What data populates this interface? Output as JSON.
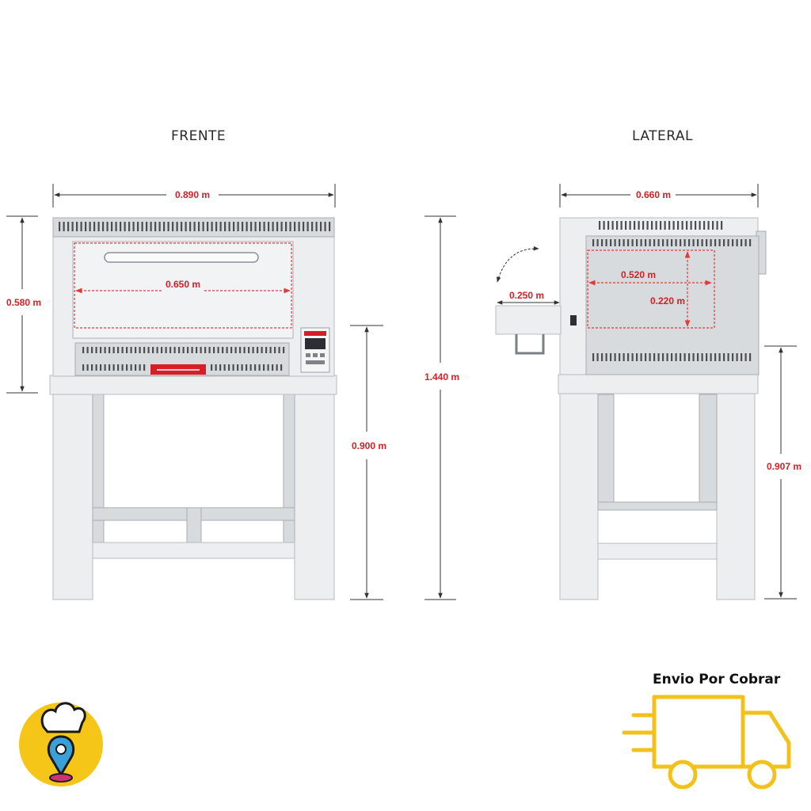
{
  "views": {
    "front_title": "FRENTE",
    "side_title": "LATERAL"
  },
  "dimensions": {
    "front_width": "0.890 m",
    "front_chamber_width": "0.650 m",
    "front_oven_height": "0.580 m",
    "front_stand_height": "0.900 m",
    "total_height": "1.440 m",
    "side_depth": "0.660 m",
    "side_chamber_depth": "0.520 m",
    "side_chamber_height": "0.220 m",
    "side_door_opening": "0.250 m",
    "side_stand_height": "0.907 m"
  },
  "shipping": {
    "label": "Envio Por Cobrar",
    "icon": "delivery-truck-icon",
    "color": "#f2c21b"
  },
  "logo": {
    "icon": "chef-hat-location-pin-icon",
    "background": "#f5c518"
  },
  "colors": {
    "dimension_red": "#d41f26",
    "logo_pin": "#3aa0d8",
    "logo_pin_tip": "#d0307a"
  }
}
